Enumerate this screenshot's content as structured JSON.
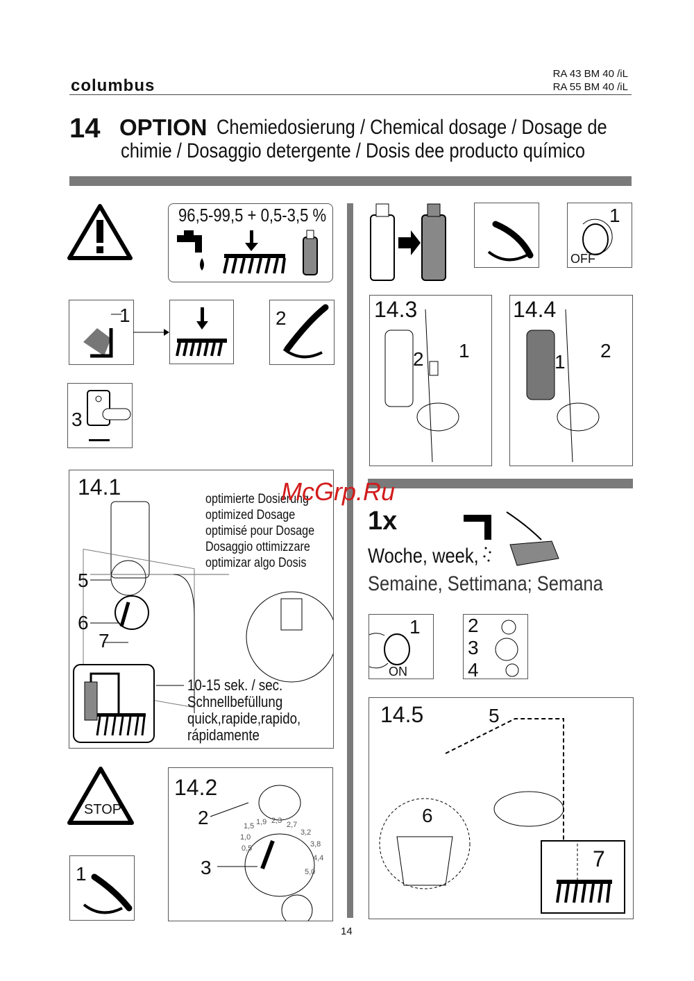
{
  "header": {
    "logo": "columbus",
    "models": [
      "RA 43 BM 40 /iL",
      "RA 55 BM 40 /iL"
    ]
  },
  "title": {
    "number": "14",
    "option": "OPTION",
    "line1": "Chemiedosierung / Chemical dosage / Dosage de",
    "line2": "chimie / Dosaggio detergente / Dosis dee producto químico"
  },
  "mix": {
    "ratio": "96,5-99,5 + 0,5-3,5 %"
  },
  "callouts": {
    "n1": "1",
    "n2": "2",
    "n3": "3",
    "n4": "4",
    "n5": "5",
    "n6": "6",
    "n7": "7",
    "off": "OFF",
    "on": "ON",
    "stop": "STOP"
  },
  "step141": {
    "label": "14.1",
    "optimized": [
      "optimierte Dosierung",
      "optimized Dosage",
      "optimisé pour Dosage",
      "Dosaggio ottimizzare",
      "optimizar algo Dosis"
    ],
    "quick": [
      "10-15 sek. / sec.",
      "Schnellbefüllung",
      "quick,rapide,rapido,",
      "rápidamente"
    ]
  },
  "step142": {
    "label": "14.2"
  },
  "dial": [
    "0,5",
    "1,0",
    "1,5",
    "1,9",
    "2,3",
    "2,7",
    "3,2",
    "3,8",
    "4,4",
    "5,0"
  ],
  "step143": {
    "label": "14.3"
  },
  "step144": {
    "label": "14.4"
  },
  "weekly": {
    "count": "1x",
    "line1": "Woche, week,",
    "line2": "Semaine, Settimana; Semana"
  },
  "step145": {
    "label": "14.5"
  },
  "watermark": "McGrp.Ru",
  "page_number": "14"
}
